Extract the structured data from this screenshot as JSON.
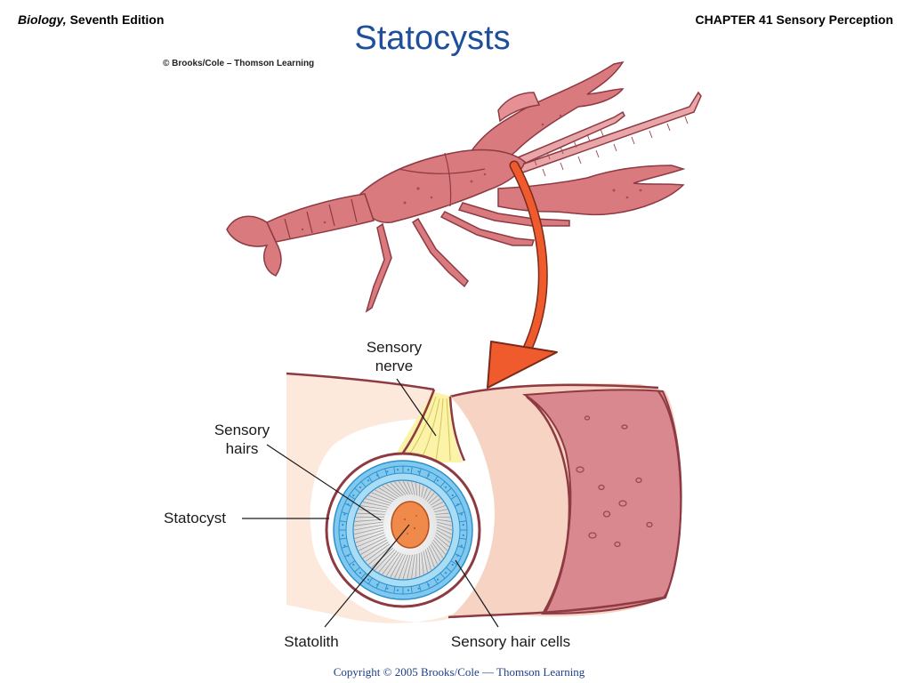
{
  "header": {
    "book_italic": "Biology,",
    "book_rest": " Seventh Edition",
    "chapter": "CHAPTER 41 Sensory Perception"
  },
  "title": "Statocysts",
  "credit": "© Brooks/Cole – Thomson Learning",
  "labels": {
    "sensory_nerve_1": "Sensory",
    "sensory_nerve_2": "nerve",
    "sensory_hairs_1": "Sensory",
    "sensory_hairs_2": "hairs",
    "statocyst": "Statocyst",
    "statolith": "Statolith",
    "sensory_hair_cells": "Sensory hair cells"
  },
  "footer": "Copyright © 2005 Brooks/Cole — Thomson Learning",
  "colors": {
    "title": "#1f4e9c",
    "crayfish": "#d97a7e",
    "arrow": "#ef5b2c",
    "statocyst_ring": "#5fb7e8",
    "statolith": "#f08a4b",
    "nerve": "#fbf3a8"
  }
}
